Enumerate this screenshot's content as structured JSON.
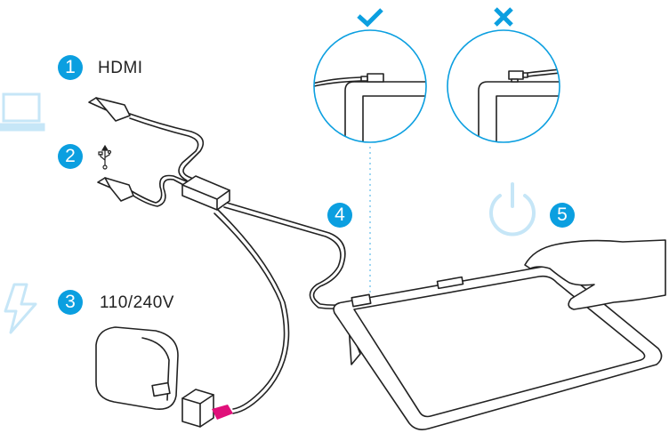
{
  "steps": [
    {
      "number": "1",
      "label": "HDMI"
    },
    {
      "number": "2",
      "label": ""
    },
    {
      "number": "3",
      "label": "110/240V"
    },
    {
      "number": "4",
      "label": ""
    },
    {
      "number": "5",
      "label": ""
    }
  ],
  "icons": {
    "laptop": "laptop-icon",
    "usb": "usb-icon",
    "power_source": "lightning-icon",
    "power_button": "power-icon",
    "correct": "check-icon",
    "incorrect": "x-icon"
  },
  "colors": {
    "accent": "#0b9fe0",
    "accent_light": "#c6e6f7",
    "power_connector": "#e0107a",
    "line": "#222222"
  }
}
